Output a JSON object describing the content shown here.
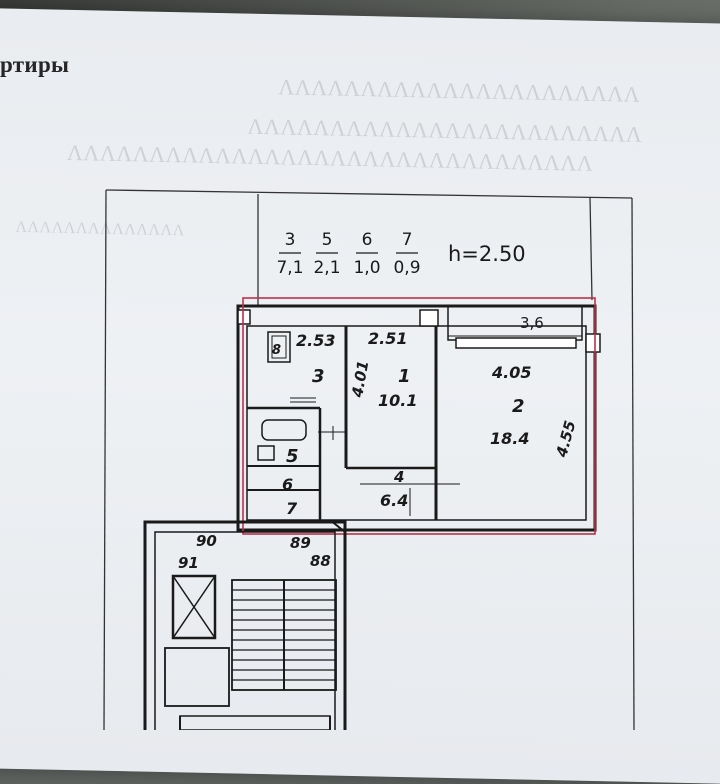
{
  "document": {
    "heading": "ртиры"
  },
  "room_table": {
    "columns": [
      {
        "number": "3",
        "area": "7,1"
      },
      {
        "number": "5",
        "area": "2,1"
      },
      {
        "number": "6",
        "area": "1,0"
      },
      {
        "number": "7",
        "area": "0,9"
      }
    ],
    "height": "h=2.50"
  },
  "plan_labels": {
    "balcony_width": "3,6",
    "kitchen": {
      "width": "2.53",
      "number": "3"
    },
    "room1": {
      "width": "2.51",
      "length": "4.01",
      "number": "1",
      "area": "10.1"
    },
    "room2": {
      "width": "4.05",
      "length": "4.55",
      "number": "2",
      "area": "18.4"
    },
    "bathroom": {
      "number": "5"
    },
    "toilet": {
      "number": "6"
    },
    "closet": {
      "number": "7"
    },
    "hall": {
      "number": "4",
      "area": "6.4"
    },
    "landing": {
      "left_top": "90",
      "left_bottom": "91",
      "right_top": "89",
      "right_bottom": "88"
    }
  },
  "colors": {
    "outline_highlight": "#c0304a",
    "ink": "#1a1a1a"
  }
}
